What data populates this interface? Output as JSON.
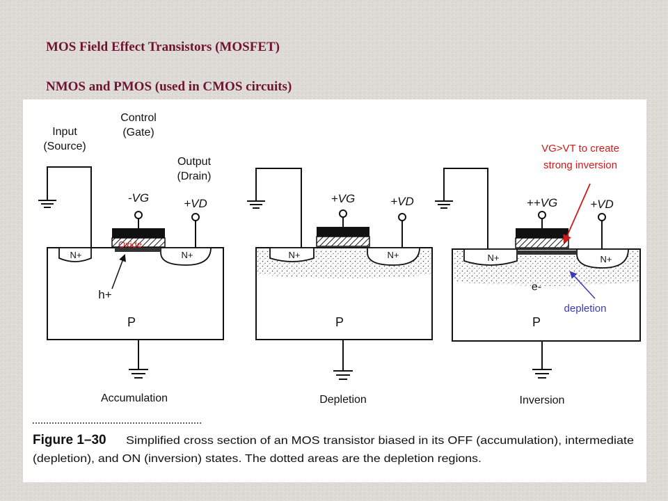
{
  "slide": {
    "title_line1": "MOS Field Effect Transistors (MOSFET)",
    "title_line2": "NMOS and PMOS (used in CMOS circuits)"
  },
  "diagram": {
    "labels": {
      "input_line1": "Input",
      "input_line2": "(Source)",
      "control_line1": "Control",
      "control_line2": "(Gate)",
      "output_line1": "Output",
      "output_line2": "(Drain)",
      "oxide": "Oxide",
      "hole": "h+",
      "electron": "e-",
      "substrate": "P",
      "n_plus": "N+",
      "depletion_annotation": "depletion",
      "inversion_note_line1": "VG>VT to create",
      "inversion_note_line2": "strong inversion"
    },
    "panels": [
      {
        "gate_label": "-VG",
        "drain_label": "+VD",
        "state": "Accumulation"
      },
      {
        "gate_label": "+VG",
        "drain_label": "+VD",
        "state": "Depletion"
      },
      {
        "gate_label": "++VG",
        "drain_label": "+VD",
        "state": "Inversion"
      }
    ],
    "figure_number": "Figure 1–30",
    "caption_line1": "Simplified cross section of an MOS transistor biased in its OFF (accumulation), intermediate",
    "caption_line2": "(depletion), and ON (inversion) states. The dotted areas are the depletion regions."
  },
  "colors": {
    "title": "#6e1430",
    "annotation_red": "#d21818",
    "annotation_blue": "#3a3ab8"
  }
}
